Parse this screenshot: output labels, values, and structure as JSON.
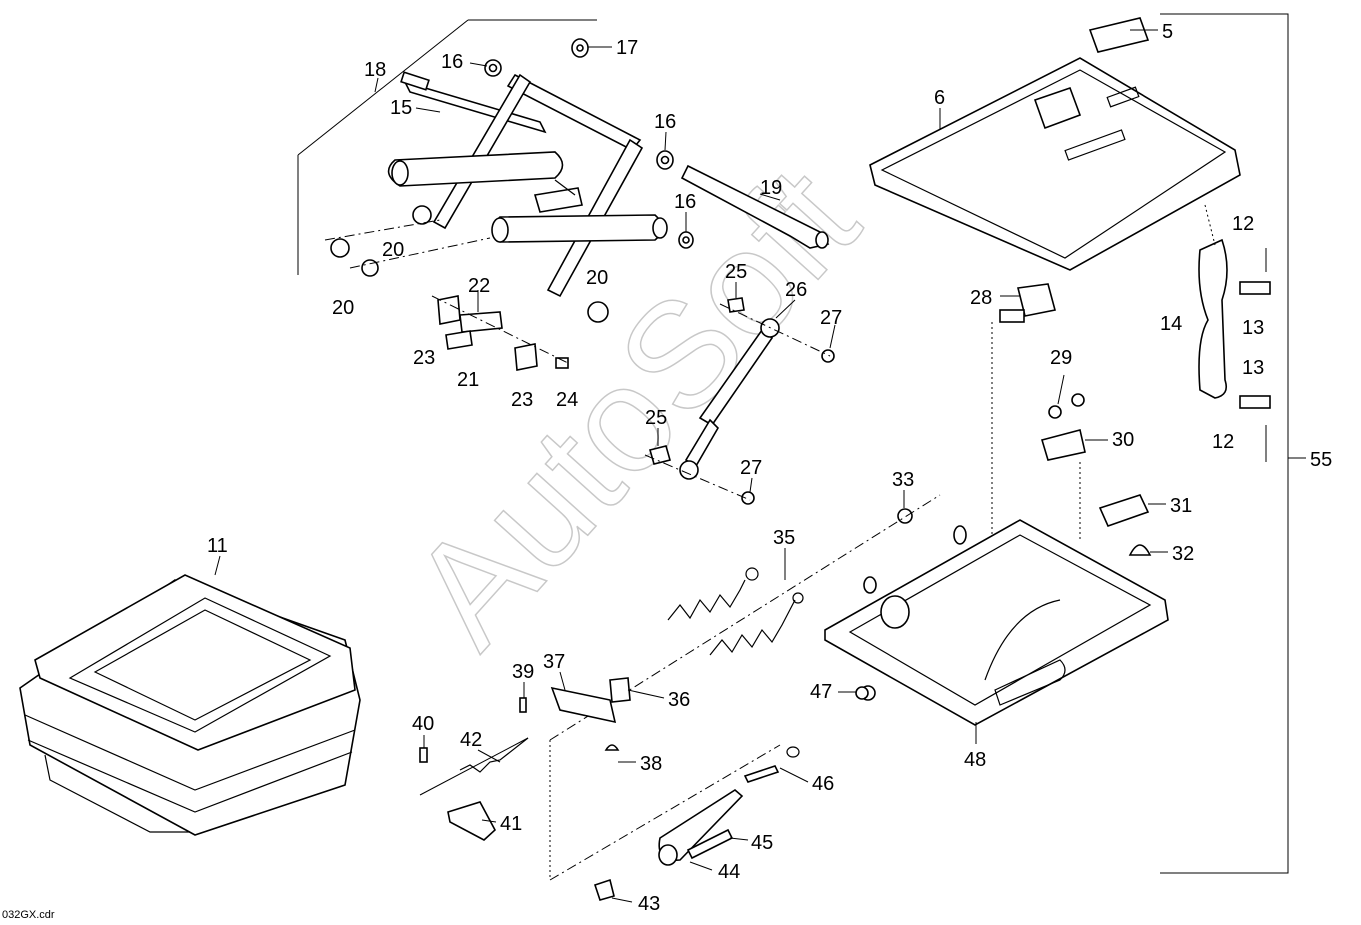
{
  "diagram": {
    "file_name": "032GX.cdr",
    "watermark": "AutoSoft",
    "callouts": [
      "5",
      "6",
      "11",
      "12",
      "12",
      "13",
      "13",
      "14",
      "15",
      "16",
      "16",
      "16",
      "17",
      "18",
      "19",
      "20",
      "20",
      "20",
      "21",
      "22",
      "23",
      "23",
      "24",
      "25",
      "25",
      "26",
      "27",
      "27",
      "28",
      "29",
      "30",
      "31",
      "32",
      "33",
      "35",
      "36",
      "37",
      "38",
      "39",
      "40",
      "41",
      "42",
      "43",
      "44",
      "45",
      "46",
      "47",
      "48",
      "55"
    ]
  }
}
